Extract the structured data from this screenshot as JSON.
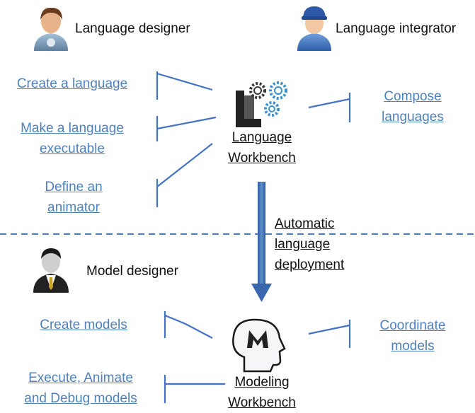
{
  "roles": {
    "language_designer": "Language designer",
    "language_integrator": "Language integrator",
    "model_designer": "Model designer"
  },
  "language_workbench": {
    "line1": "Language",
    "line2": "Workbench",
    "actions": {
      "create_language": "Create a language",
      "make_executable_1": "Make a language",
      "make_executable_2": "executable",
      "define_animator_1": "Define an",
      "define_animator_2": "animator",
      "compose_1": "Compose",
      "compose_2": "languages"
    }
  },
  "deployment": {
    "line1": "Automatic",
    "line2": "language",
    "line3": "deployment"
  },
  "modeling_workbench": {
    "line1": "Modeling",
    "line2": "Workbench",
    "actions": {
      "create_models": "Create models",
      "execute_1": "Execute, Animate",
      "execute_2": "and Debug models",
      "coordinate_1": "Coordinate",
      "coordinate_2": "models"
    }
  },
  "colors": {
    "link": "#4f81bd",
    "connector": "#4472c4",
    "arrow": "#3a66ad",
    "separator": "#4a7bbd",
    "text": "#111111"
  },
  "icons": [
    "language-designer-avatar-icon",
    "language-integrator-avatar-icon",
    "model-designer-avatar-icon",
    "language-workbench-gears-icon",
    "modeling-workbench-head-icon"
  ]
}
